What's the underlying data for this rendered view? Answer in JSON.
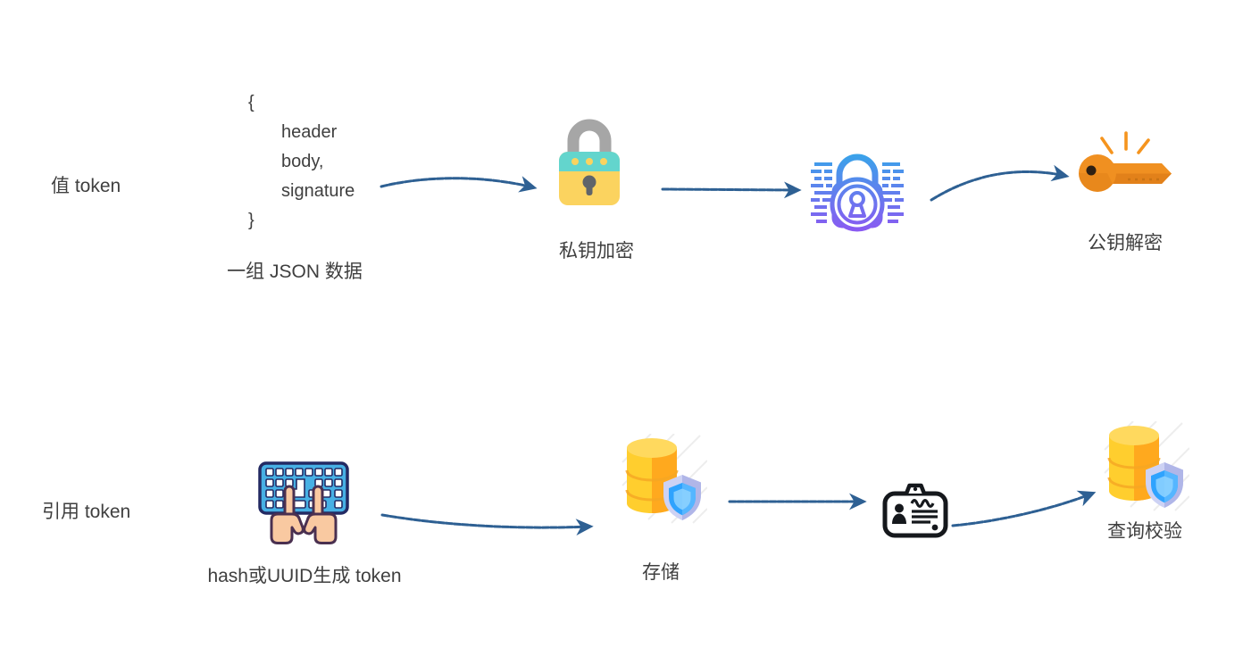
{
  "flow_top": {
    "row_label": "值 token",
    "json_block": {
      "lines": [
        "{",
        "header",
        "body,",
        "signature",
        "}"
      ],
      "caption": "一组 JSON 数据"
    },
    "encrypt_label": "私钥加密",
    "decrypt_label": "公钥解密"
  },
  "flow_bottom": {
    "row_label": "引用 token",
    "generate_label": "hash或UUID生成 token",
    "store_label": "存储",
    "verify_label": "查询校验"
  },
  "icons": [
    "padlock-icon",
    "encrypted-data-lock-icon",
    "key-icon",
    "keyboard-typing-icon",
    "database-shield-icon",
    "id-card-icon"
  ],
  "colors": {
    "arrow": "#2e6093",
    "text": "#3f3f3f",
    "lock_body": "#fbd35f",
    "lock_band": "#63d5cd",
    "key_orange": "#f09021",
    "keyboard_blue": "#47b0e4",
    "db_yellow": "#ffce2e",
    "db_orange": "#ffa91e",
    "shield_lavender": "#b0b6e8",
    "shield_blue": "#2fa3fe",
    "enc_gradient_top": "#29b2e8",
    "enc_gradient_bottom": "#8f55f2"
  }
}
